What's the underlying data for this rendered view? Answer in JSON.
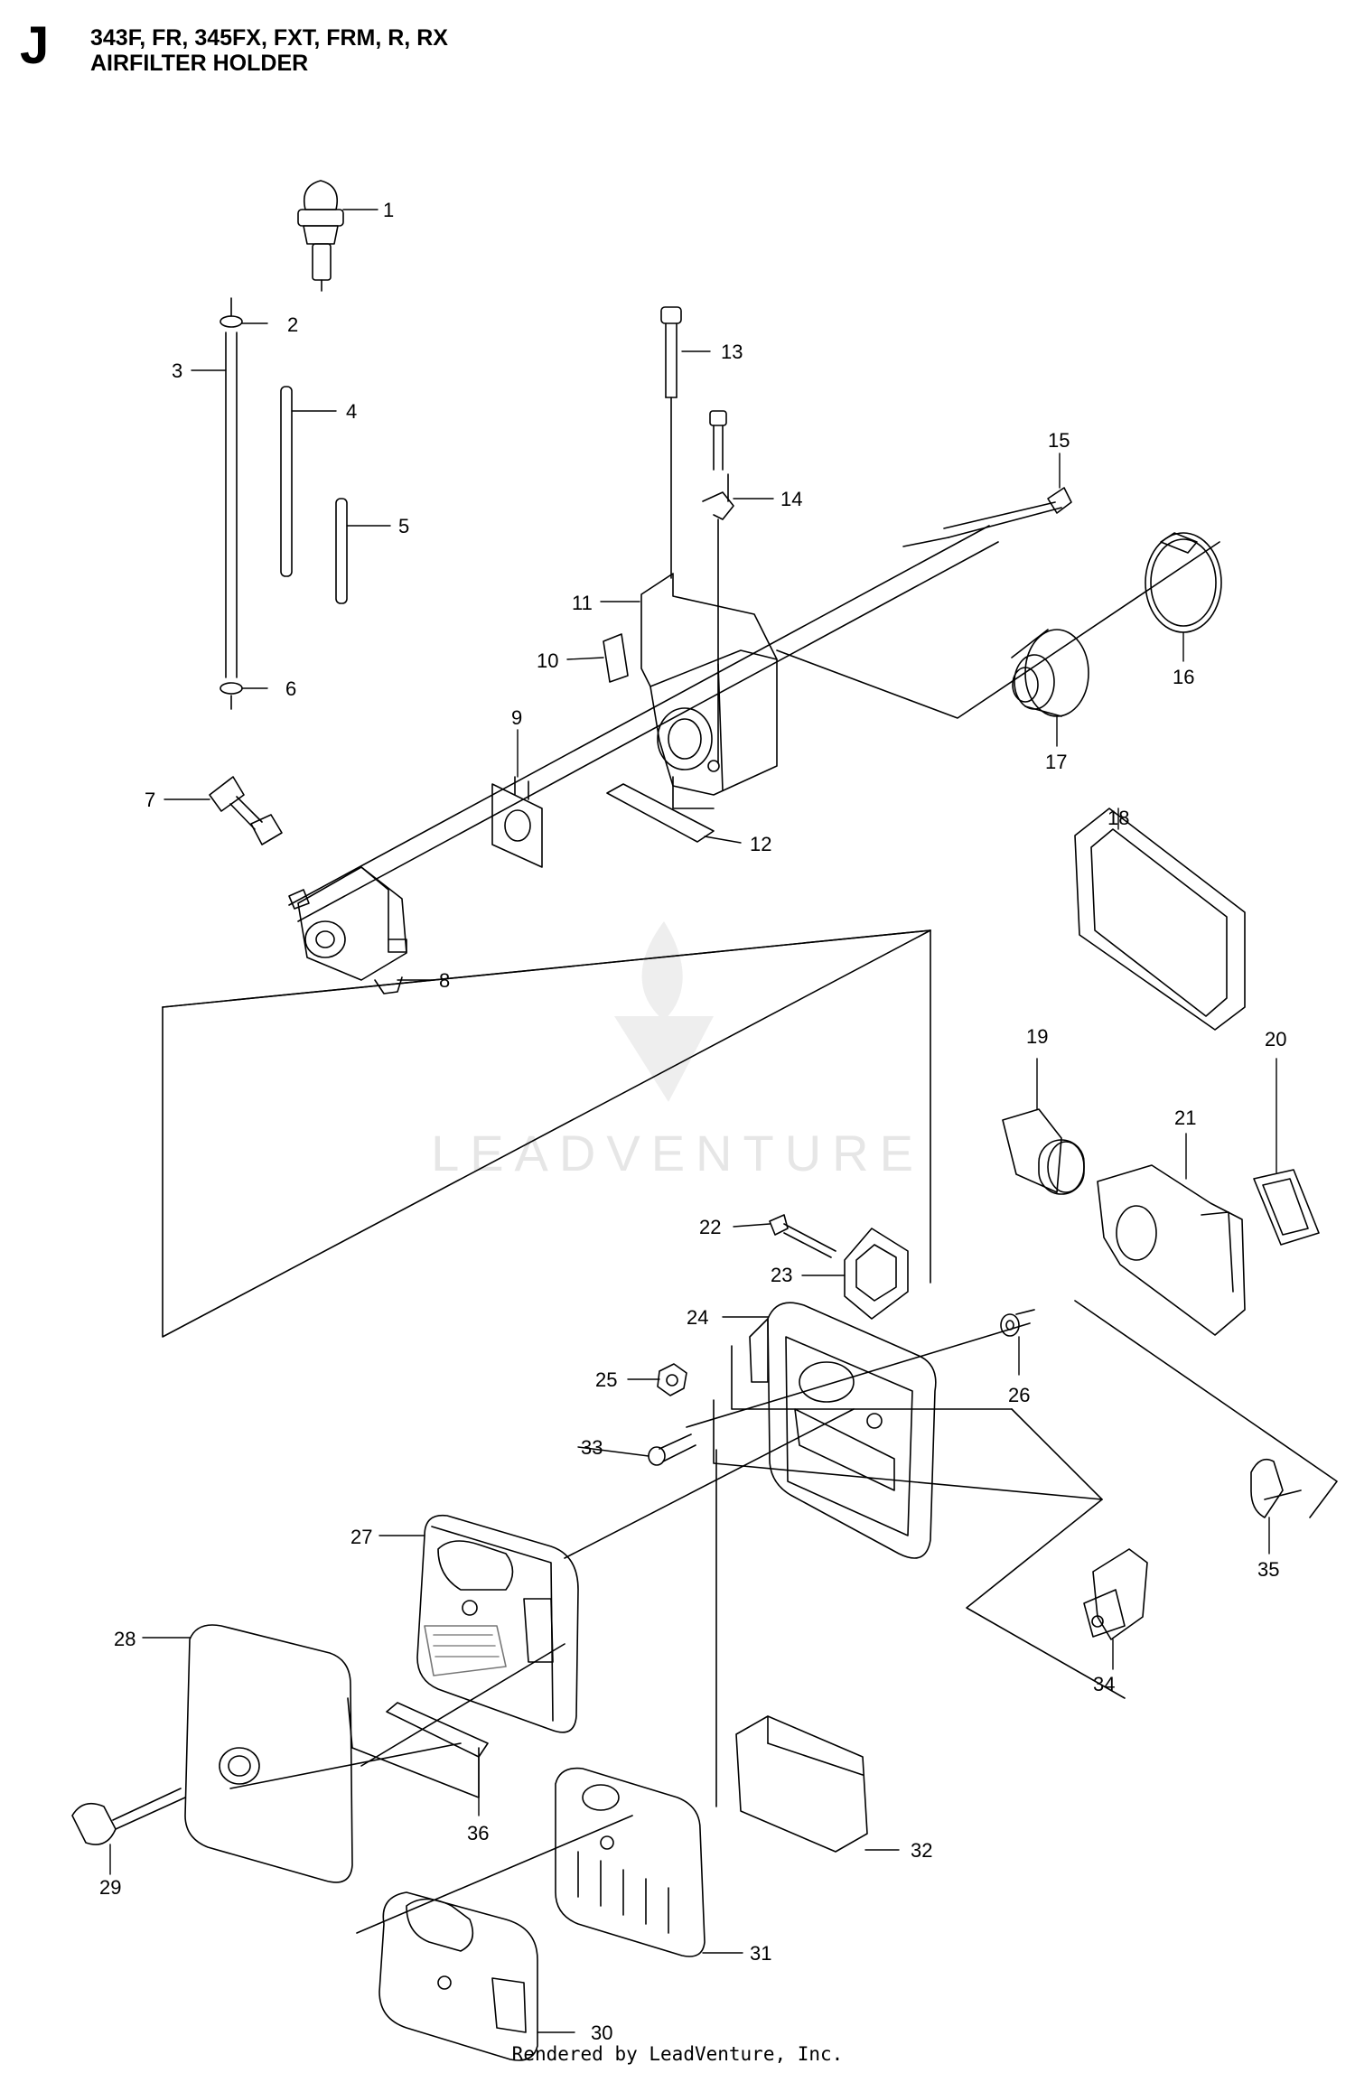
{
  "header": {
    "section_letter": "J",
    "title_line1": "343F, FR, 345FX, FXT, FRM, R, RX",
    "title_line2": "AIRFILTER HOLDER"
  },
  "watermark": {
    "text": "LEADVENTURE"
  },
  "footer": {
    "text": "Rendered by LeadVenture, Inc."
  },
  "parts": [
    {
      "id": "part-1",
      "label": "1"
    },
    {
      "id": "part-2",
      "label": "2"
    },
    {
      "id": "part-3",
      "label": "3"
    },
    {
      "id": "part-4",
      "label": "4"
    },
    {
      "id": "part-5",
      "label": "5"
    },
    {
      "id": "part-6",
      "label": "6"
    },
    {
      "id": "part-7",
      "label": "7"
    },
    {
      "id": "part-8",
      "label": "8"
    },
    {
      "id": "part-9",
      "label": "9"
    },
    {
      "id": "part-10",
      "label": "10"
    },
    {
      "id": "part-11",
      "label": "11"
    },
    {
      "id": "part-12",
      "label": "12"
    },
    {
      "id": "part-13",
      "label": "13"
    },
    {
      "id": "part-14",
      "label": "14"
    },
    {
      "id": "part-15",
      "label": "15"
    },
    {
      "id": "part-16",
      "label": "16"
    },
    {
      "id": "part-17",
      "label": "17"
    },
    {
      "id": "part-18",
      "label": "18"
    },
    {
      "id": "part-19",
      "label": "19"
    },
    {
      "id": "part-20",
      "label": "20"
    },
    {
      "id": "part-21",
      "label": "21"
    },
    {
      "id": "part-22",
      "label": "22"
    },
    {
      "id": "part-23",
      "label": "23"
    },
    {
      "id": "part-24",
      "label": "24"
    },
    {
      "id": "part-25",
      "label": "25"
    },
    {
      "id": "part-26",
      "label": "26"
    },
    {
      "id": "part-27",
      "label": "27"
    },
    {
      "id": "part-28",
      "label": "28"
    },
    {
      "id": "part-29",
      "label": "29"
    },
    {
      "id": "part-30",
      "label": "30"
    },
    {
      "id": "part-31",
      "label": "31"
    },
    {
      "id": "part-32",
      "label": "32"
    },
    {
      "id": "part-33",
      "label": "33"
    },
    {
      "id": "part-34",
      "label": "34"
    },
    {
      "id": "part-35",
      "label": "35"
    },
    {
      "id": "part-36",
      "label": "36"
    }
  ]
}
